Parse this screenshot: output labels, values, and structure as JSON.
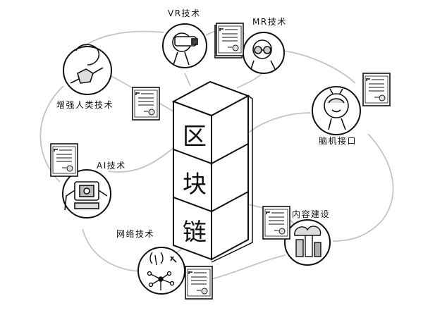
{
  "center": {
    "chars": [
      "区",
      "块",
      "链"
    ]
  },
  "nodes": {
    "vr": {
      "label": "VR技术",
      "icon": "vr-headset-person-icon"
    },
    "mr": {
      "label": "MR技术",
      "icon": "mr-glasses-person-icon"
    },
    "enhanced": {
      "label": "增强人类技术",
      "icon": "cyborg-hand-icon"
    },
    "bci": {
      "label": "脑机接口",
      "icon": "brain-head-icon"
    },
    "ai": {
      "label": "AI技术",
      "icon": "robot-icon"
    },
    "content": {
      "label": "内容建设",
      "icon": "city-cloud-icon"
    },
    "network": {
      "label": "网络技术",
      "icon": "network-antenna-icon"
    }
  },
  "colors": {
    "ink": "#111111",
    "paper": "#ffffff",
    "pale": "#d9d9d9",
    "link": "#c4c4c4"
  }
}
